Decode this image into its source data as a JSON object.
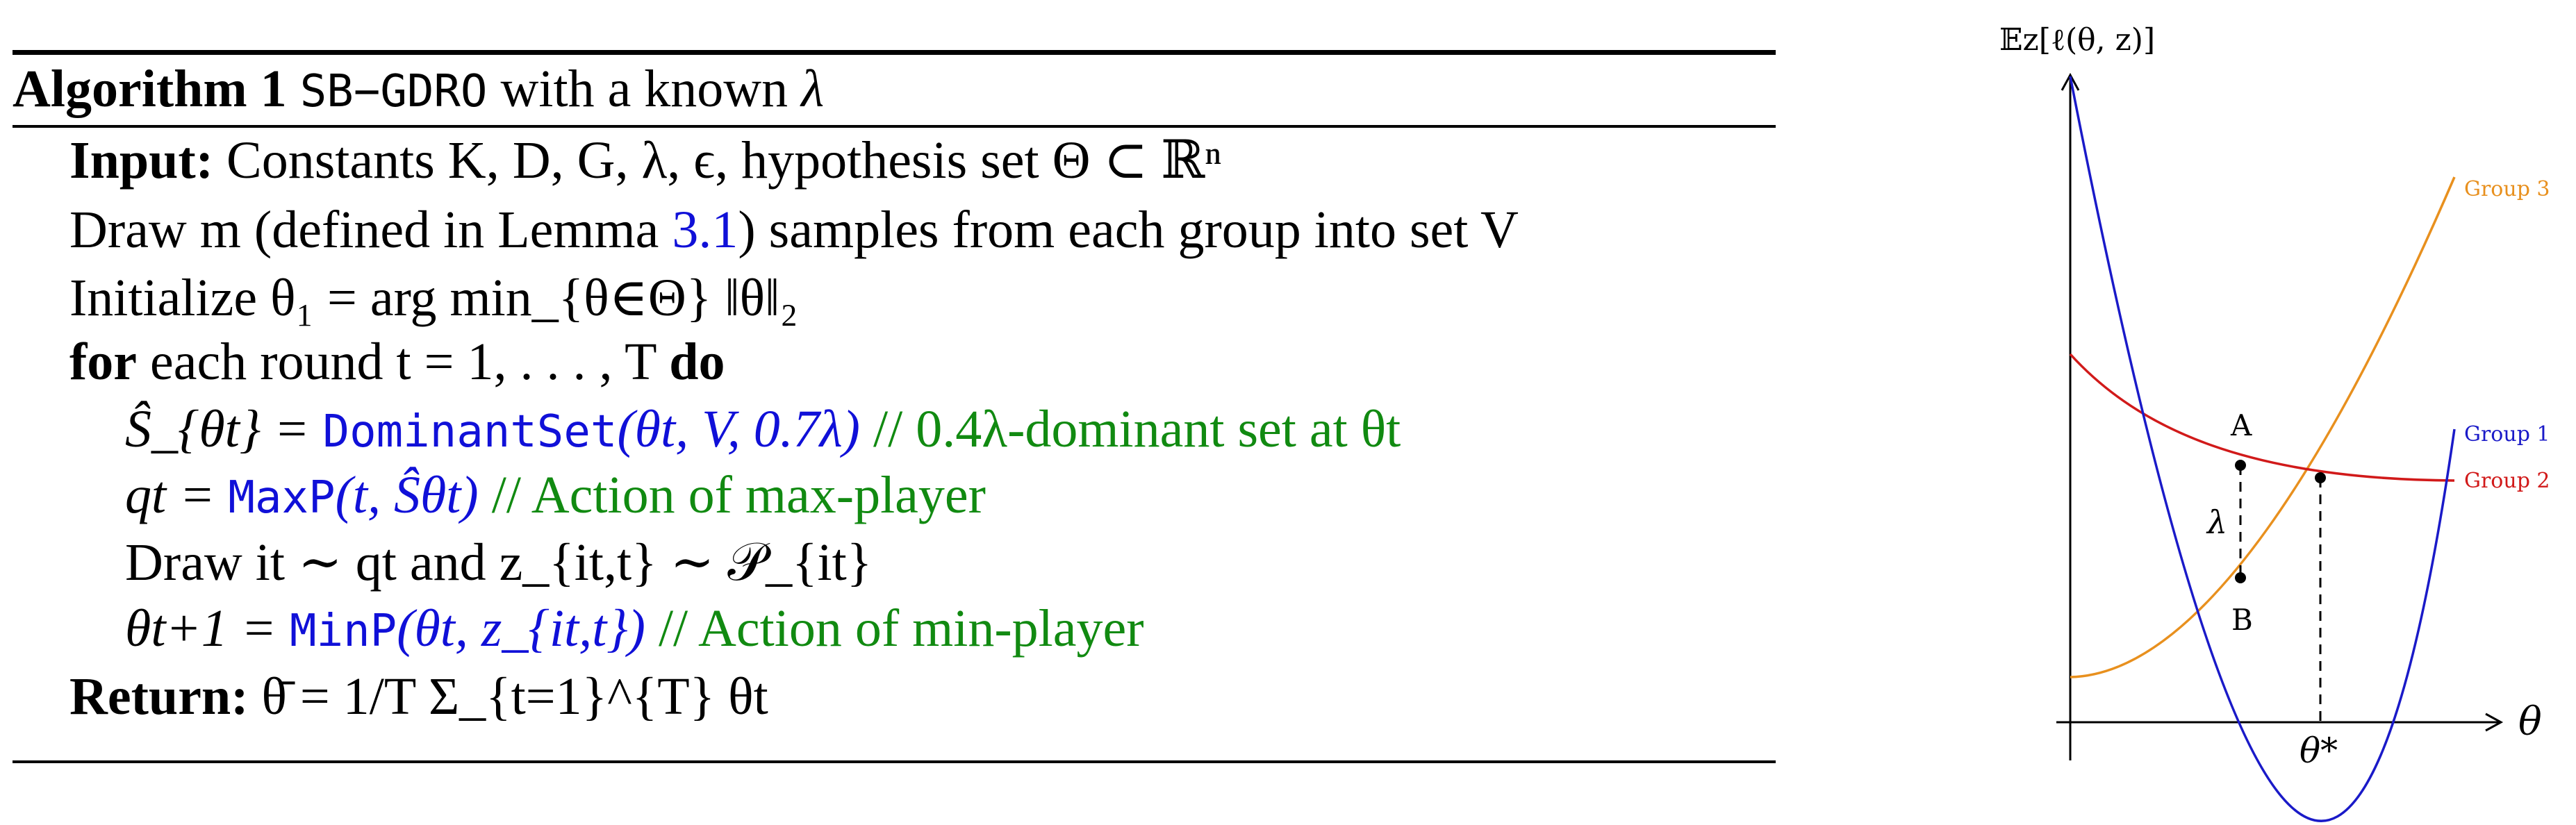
{
  "algorithm": {
    "label": "Algorithm 1",
    "name": "SB−GDRO",
    "name_suffix": "with a known",
    "lambda": "λ",
    "lines": [
      {
        "keyword": "Input:",
        "text": "Constants K, D, G, λ, ϵ, hypothesis set Θ ⊂ ℝⁿ"
      },
      {
        "pre": "Draw m (defined in Lemma ",
        "ref": "3.1",
        "post": ") samples from each group into set V"
      },
      {
        "text": "Initialize θ₁ = arg min_{θ∈Θ} ‖θ‖₂"
      },
      {
        "keyword": "for",
        "text": "each round t = 1, . . . , T",
        "keyword_end": "do"
      },
      {
        "lhs": "Ŝ_{θt} =",
        "func": "DominantSet",
        "args": "(θt, V, 0.7λ)",
        "comment": "// 0.4λ-dominant set at θt"
      },
      {
        "lhs": "qt =",
        "func": "MaxP",
        "args": "(t, Ŝθt)",
        "comment": "// Action of max-player"
      },
      {
        "text": "Draw it ∼ qt and z_{it,t} ∼ 𝒫_{it}"
      },
      {
        "lhs": "θt+1 =",
        "func": "MinP",
        "args": "(θt, z_{it,t})",
        "comment": "// Action of min-player"
      },
      {
        "keyword": "Return:",
        "text": "θ̄ = 1/T Σ_{t=1}^{T} θt"
      }
    ]
  },
  "figure": {
    "y_axis_label": "𝔼z[ℓ(θ, z)]",
    "x_axis_label": "θ",
    "x_tick_label": "θ*",
    "point_a_label": "A",
    "point_b_label": "B",
    "gap_label": "λ",
    "series": [
      {
        "name": "Group 3",
        "color": "#e8901e"
      },
      {
        "name": "Group 1",
        "color": "#1a1ac8"
      },
      {
        "name": "Group 2",
        "color": "#d11a1a"
      }
    ]
  }
}
